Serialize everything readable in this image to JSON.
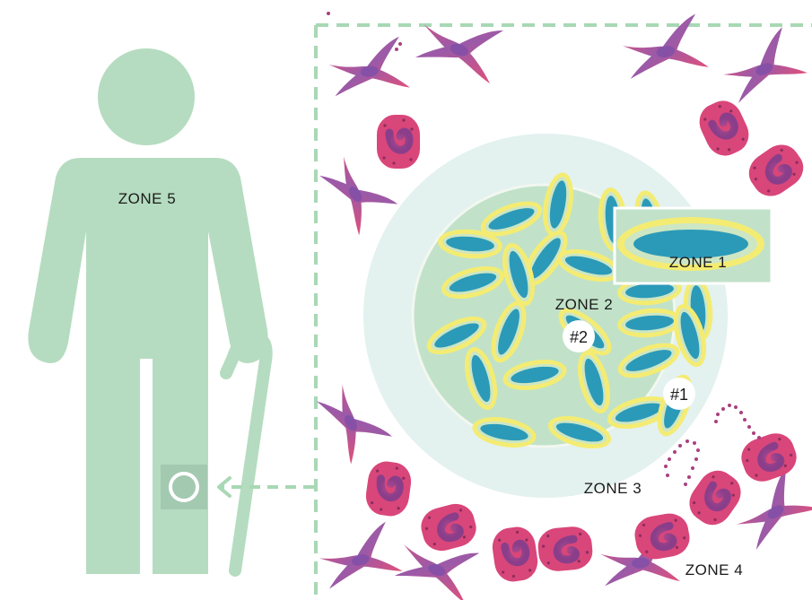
{
  "zones": {
    "zone1": "ZONE 1",
    "zone2": "ZONE 2",
    "zone3": "ZONE 3",
    "zone4": "ZONE 4",
    "zone5": "ZONE 5"
  },
  "markers": {
    "m1": "#1",
    "m2": "#2"
  },
  "colors": {
    "body_green": "#b5dcc0",
    "zone3_ring": "#e3f1ef",
    "zone2_core": "#c1e2c9",
    "cell_outline": "#f4ec72",
    "cell_nucleus": "#2b9ab8",
    "red_cell": "#d64a7a",
    "fibroblast": "#c64a8a",
    "dashed_line": "#a8d8b5"
  }
}
